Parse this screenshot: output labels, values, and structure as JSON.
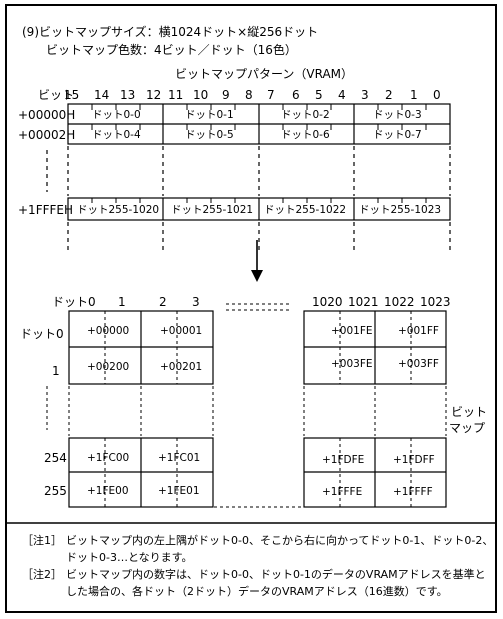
{
  "header": {
    "line1": "(9)ビットマップサイズ：横1024ドット×縦256ドット",
    "line2": "ビットマップ色数：4ビット／ドット（16色）"
  },
  "vram": {
    "title": "ビットマップパターン（VRAM）",
    "bit_label": "ビット",
    "bits": [
      "15",
      "14",
      "13",
      "12",
      "11",
      "10",
      "9",
      "8",
      "7",
      "6",
      "5",
      "4",
      "3",
      "2",
      "1",
      "0"
    ],
    "rows": [
      {
        "addr": "+00000H",
        "cells": [
          "ドット0-0",
          "ドット0-1",
          "ドット0-2",
          "ドット0-3"
        ]
      },
      {
        "addr": "+00002H",
        "cells": [
          "ドット0-4",
          "ドット0-5",
          "ドット0-6",
          "ドット0-7"
        ]
      },
      {
        "addr": "+1FFFEH",
        "cells": [
          "ドット255-1020",
          "ドット255-1021",
          "ドット255-1022",
          "ドット255-1023"
        ]
      }
    ]
  },
  "grid": {
    "col_label": "ドット0",
    "cols_left": [
      "1",
      "2",
      "3"
    ],
    "cols_right": [
      "1020",
      "1021",
      "1022",
      "1023"
    ],
    "rows": [
      "ドット0",
      "1",
      "254",
      "255"
    ],
    "cells_top_left": [
      "+00000",
      "+00001",
      "+00200",
      "+00201"
    ],
    "cells_top_right": [
      "+001FE",
      "+001FF",
      "+003FE",
      "+003FF"
    ],
    "cells_bot_left": [
      "+1FC00",
      "+1FC01",
      "+1FE00",
      "+1FE01"
    ],
    "cells_bot_right": [
      "+1FDFE",
      "+1FDFF",
      "+1FFFE",
      "+1FFFF"
    ],
    "side_label_1": "ビット",
    "side_label_2": "マップ"
  },
  "notes": {
    "n1_tag": "［注1］",
    "n1_line1": "ビットマップ内の左上隅がドット0-0、そこから右に向かってドット0-1、ドット0-2、",
    "n1_line2": "ドット0-3…となります。",
    "n2_tag": "［注2］",
    "n2_line1": "ビットマップ内の数字は、ドット0-0、ドット0-1のデータのVRAMアドレスを基準と",
    "n2_line2": "した場合の、各ドット（2ドット）データのVRAMアドレス（16進数）です。"
  }
}
